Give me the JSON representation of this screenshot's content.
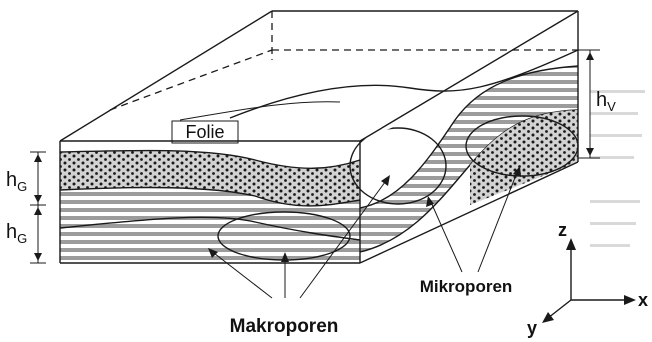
{
  "labels": {
    "folie": "Folie",
    "h_g": "h",
    "h_g_sub": "G",
    "h_v": "h",
    "h_v_sub": "V",
    "mikroporen": "Mikroporen",
    "makroporen": "Makroporen"
  },
  "axes": {
    "z": "z",
    "x": "x",
    "y": "y"
  },
  "colors": {
    "ink": "#1a1a1a",
    "gray_fill": "#b9b9b9",
    "dot_fill": "#cfcfcf"
  }
}
